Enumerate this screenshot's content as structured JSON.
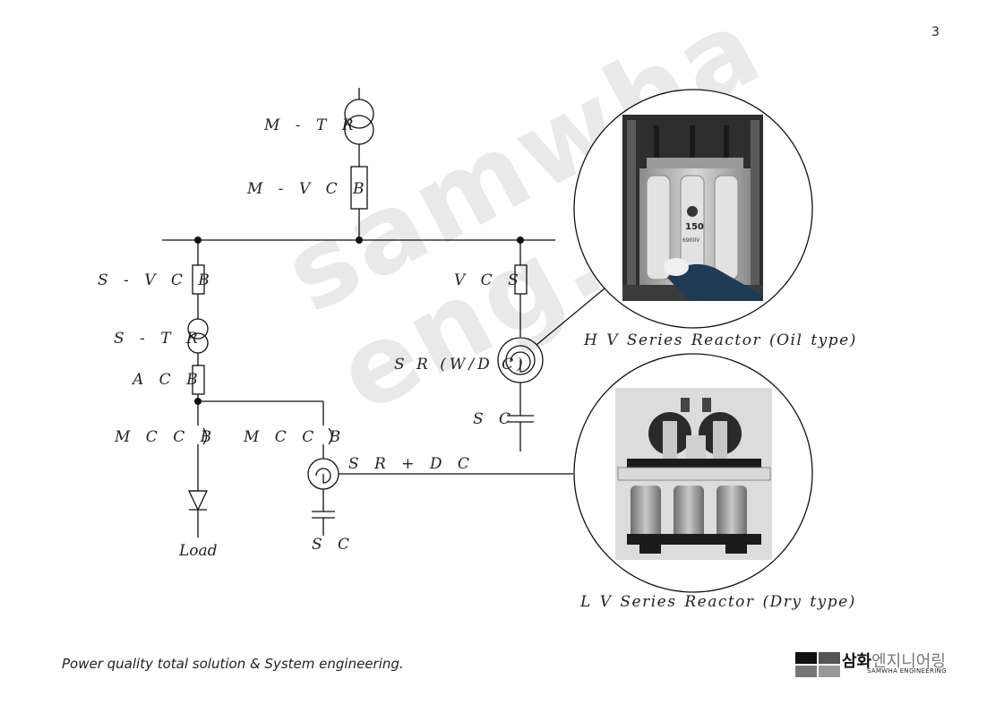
{
  "page_number": "3",
  "watermark": "samwha\neng.kr",
  "diagram": {
    "labels": {
      "main_transformer": "M - T R",
      "main_vcb": "M - V C B",
      "sub_vcb": "S - V C B",
      "sub_transformer": "S - T R",
      "acb": "A C B",
      "mccb_left": "M C C B",
      "mccb_right": "M C C B",
      "load": "Load",
      "sr_dc": "S R + D C",
      "sc_lv": "S C",
      "vcs": "V C S",
      "sr_wdc": "S R (W/D C)",
      "sc_hv": "S C"
    },
    "photo_captions": {
      "hv": "H V Series Reactor (Oil type)",
      "lv": "L V Series Reactor (Dry type)"
    },
    "photo_text": {
      "hv_rating": "150",
      "hv_voltage": "6900V"
    }
  },
  "footer": {
    "tagline": "Power quality total solution & System engineering.",
    "logo_korean_bold": "삼화",
    "logo_korean_rest": "엔지니어링",
    "logo_english": "SAMWHA ENGINEERING"
  }
}
